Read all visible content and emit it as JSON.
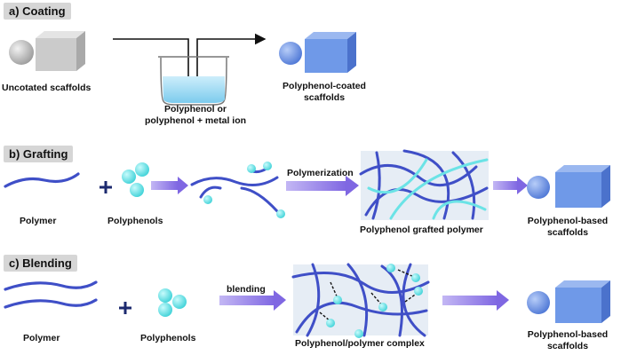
{
  "sections": {
    "coating": {
      "title": "a) Coating",
      "uncoated": "Uncotated scaffolds",
      "beaker_line1": "Polyphenol or",
      "beaker_line2": "polyphenol + metal ion",
      "coated_line1": "Polyphenol-coated",
      "coated_line2": "scaffolds"
    },
    "grafting": {
      "title": "b) Grafting",
      "polymer": "Polymer",
      "polyphenols": "Polyphenols",
      "arrow_label": "Polymerization",
      "grafted": "Polyphenol grafted polymer",
      "product_line1": "Polyphenol-based",
      "product_line2": "scaffolds"
    },
    "blending": {
      "title": "c) Blending",
      "polymer": "Polymer",
      "polyphenols": "Polyphenols",
      "arrow_label": "blending",
      "complex": "Polyphenol/polymer complex",
      "product_line1": "Polyphenol-based",
      "product_line2": "scaffolds"
    }
  },
  "colors": {
    "polymer": "#3f4fc7",
    "polyphenol": "#5fe0e4",
    "scaffold_blue": "#6b96e8",
    "scaffold_grey": "#c9c9c9",
    "arrow_purple": "#8a76e6",
    "beaker_liquid": "#a8dcf2",
    "network_bg": "#e6edf5",
    "section_label_bg": "#d6d6d6"
  }
}
